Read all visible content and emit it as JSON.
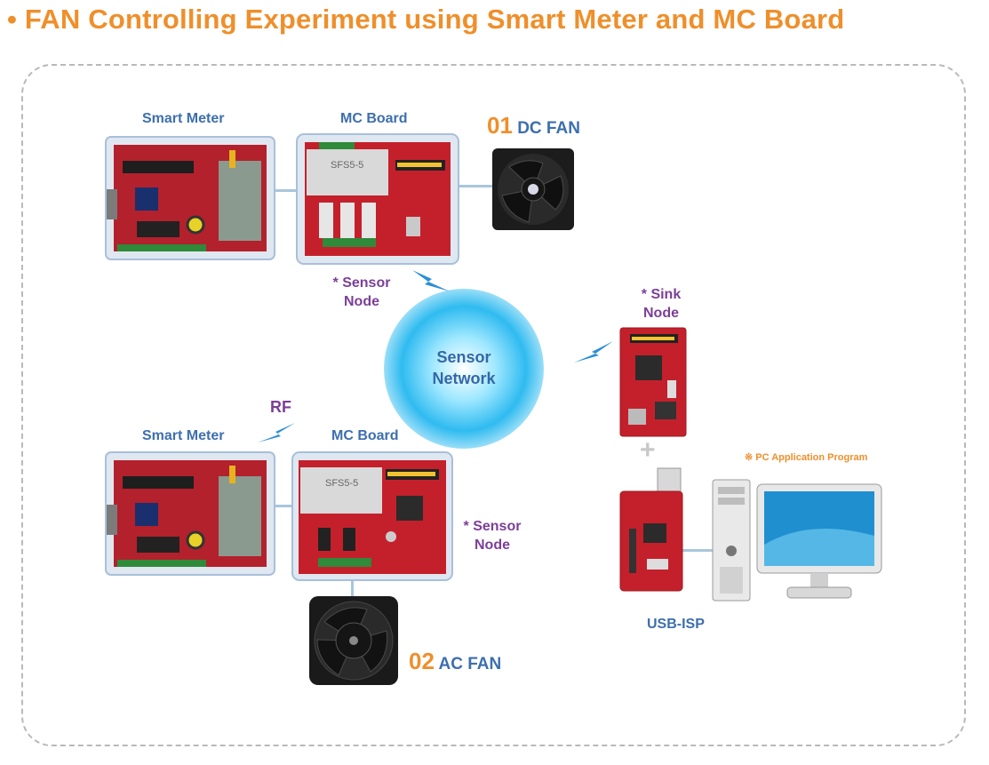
{
  "title": "• FAN Controlling Experiment using Smart Meter and MC Board",
  "top_row": {
    "smart_meter_label": "Smart Meter",
    "mc_board_label": "MC Board",
    "sfs_text": "SFS5-5",
    "fan_number": "01",
    "fan_label": "DC FAN",
    "sensor_node_line1": "* Sensor",
    "sensor_node_line2": "Node"
  },
  "bottom_row": {
    "rf_label": "RF",
    "smart_meter_label": "Smart Meter",
    "mc_board_label": "MC Board",
    "sfs_text": "SFS5-5",
    "fan_number": "02",
    "fan_label": "AC FAN",
    "sensor_node_line1": "* Sensor",
    "sensor_node_line2": "Node"
  },
  "network": {
    "line1": "Sensor",
    "line2": "Network"
  },
  "sink": {
    "line1": "* Sink",
    "line2": "Node",
    "plus": "+",
    "usb_isp_label": "USB-ISP",
    "pc_app_label": "※ PC Application Program"
  },
  "colors": {
    "title": "#ef8f2b",
    "label_blue": "#3d6fae",
    "node_purple": "#7b3f98",
    "board_red": "#c4202b",
    "bolt_blue": "#2a8fd6"
  }
}
